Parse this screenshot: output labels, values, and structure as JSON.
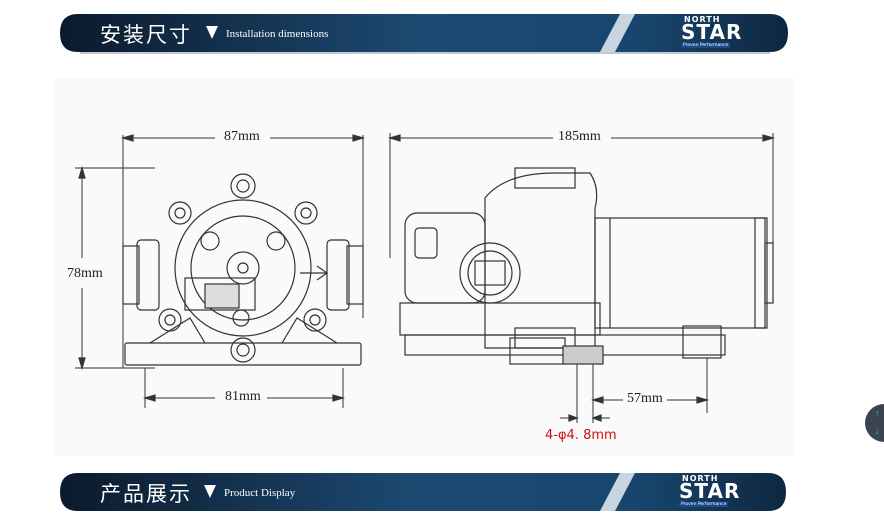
{
  "sections": {
    "installation": {
      "title_cn": "安装尺寸",
      "title_en": "Installation dimensions"
    },
    "product": {
      "title_cn": "产品展示",
      "title_en": "Product Display"
    }
  },
  "logo": {
    "north": "NORTH",
    "star": "STAR",
    "tagline": "Proven Performance"
  },
  "dimensions": {
    "front_width_top": "87mm",
    "front_height": "78mm",
    "front_width_bottom": "81mm",
    "side_length": "185mm",
    "side_mount": "57mm",
    "mount_hole": "4-φ4. 8mm"
  },
  "colors": {
    "banner_dark": "#0d1f33",
    "banner_mid": "#1e4f7a",
    "accent_red": "#d01010"
  },
  "icons": {
    "up": "arrow-up-icon",
    "down": "arrow-down-icon"
  }
}
